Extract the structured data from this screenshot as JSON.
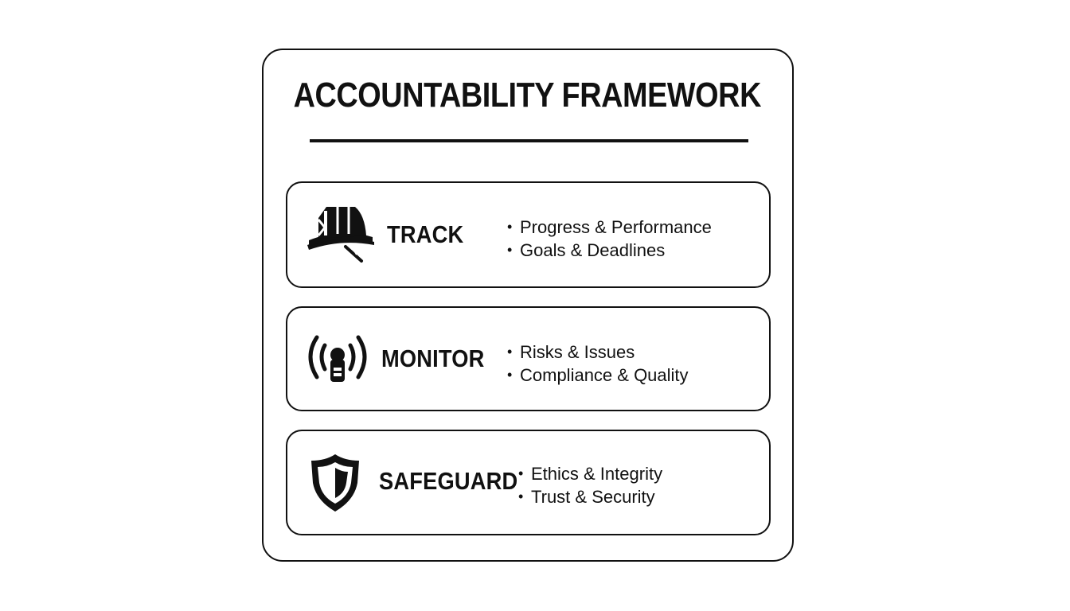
{
  "title": "ACCOUNTABILITY FRAMEWORK",
  "cards": [
    {
      "label": "TRACK",
      "icon": "hard-hat-icon",
      "bullets": [
        "Progress & Performance",
        "Goals & Deadlines"
      ]
    },
    {
      "label": "MONITOR",
      "icon": "signal-broadcast-icon",
      "bullets": [
        "Risks & Issues",
        "Compliance & Quality"
      ]
    },
    {
      "label": "SAFEGUARD",
      "icon": "shield-icon",
      "bullets": [
        "Ethics & Integrity",
        "Trust & Security"
      ]
    }
  ],
  "colors": {
    "stroke": "#111111",
    "background": "#ffffff"
  }
}
